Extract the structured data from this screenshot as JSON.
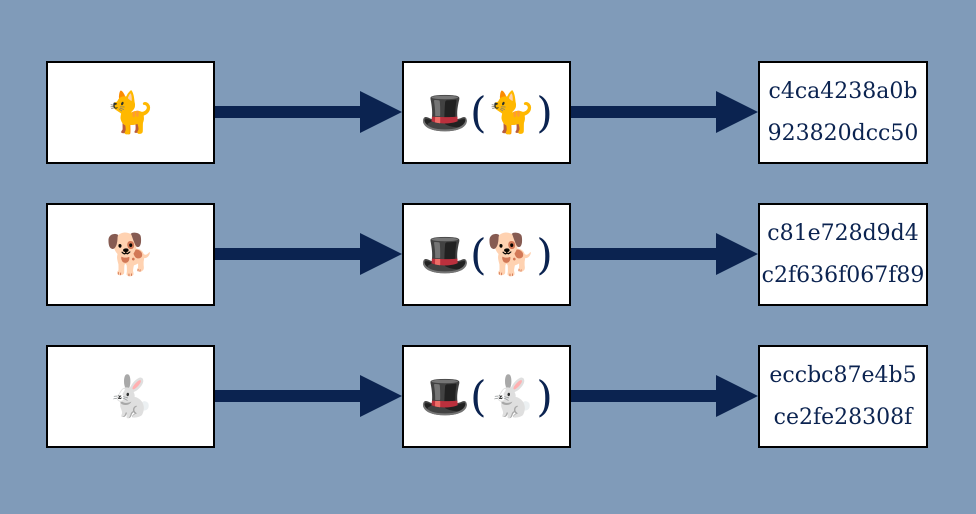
{
  "colors": {
    "background": "#809bb9",
    "arrow": "#0b2350",
    "text": "#0b2350"
  },
  "function_icon": "🎩",
  "rows": [
    {
      "input": "🐈",
      "hash_line1": "c4ca4238a0b",
      "hash_line2": "923820dcc50"
    },
    {
      "input": "🐕",
      "hash_line1": "c81e728d9d4",
      "hash_line2": "c2f636f067f89"
    },
    {
      "input": "🐇",
      "hash_line1": "eccbc87e4b5",
      "hash_line2": "ce2fe28308f"
    }
  ],
  "paren_open": "(",
  "paren_close": ")"
}
